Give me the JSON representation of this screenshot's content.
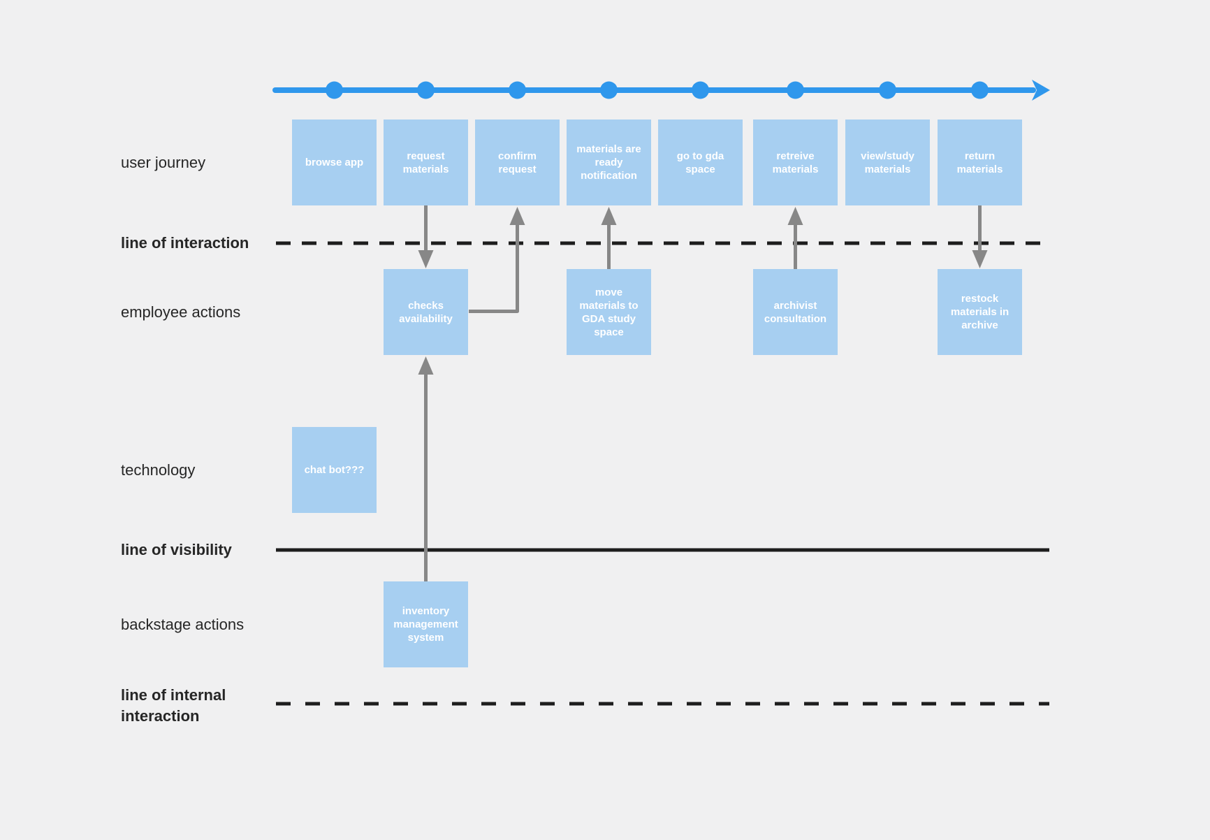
{
  "diagram": {
    "lanes": {
      "user_journey": {
        "label": "user journey"
      },
      "line_of_interaction": {
        "label": "line of interaction"
      },
      "employee_actions": {
        "label": "employee actions"
      },
      "technology": {
        "label": "technology"
      },
      "line_of_visibility": {
        "label": "line of visibility"
      },
      "backstage_actions": {
        "label": "backstage actions"
      },
      "line_of_internal_interaction": {
        "label": "line of internal interaction"
      }
    },
    "journey_steps": [
      {
        "label": "browse app"
      },
      {
        "label": "request materials"
      },
      {
        "label": "confirm request"
      },
      {
        "label": "materials are ready notification"
      },
      {
        "label": "go to gda space"
      },
      {
        "label": "retreive materials"
      },
      {
        "label": "view/study materials"
      },
      {
        "label": "return materials"
      }
    ],
    "employee_boxes": [
      {
        "label": "checks availability"
      },
      {
        "label": "move materials to GDA study space"
      },
      {
        "label": "archivist consultation"
      },
      {
        "label": "restock materials in archive"
      }
    ],
    "technology_boxes": [
      {
        "label": "chat bot???"
      }
    ],
    "backstage_boxes": [
      {
        "label": "inventory management system"
      }
    ],
    "colors": {
      "background": "#f0f0f1",
      "box_fill": "#a7cff1",
      "timeline_blue": "#2f97ec",
      "arrow_gray": "#878787",
      "line_black": "#1d1d1d",
      "box_text": "#ffffff",
      "label_text": "#262626"
    }
  }
}
